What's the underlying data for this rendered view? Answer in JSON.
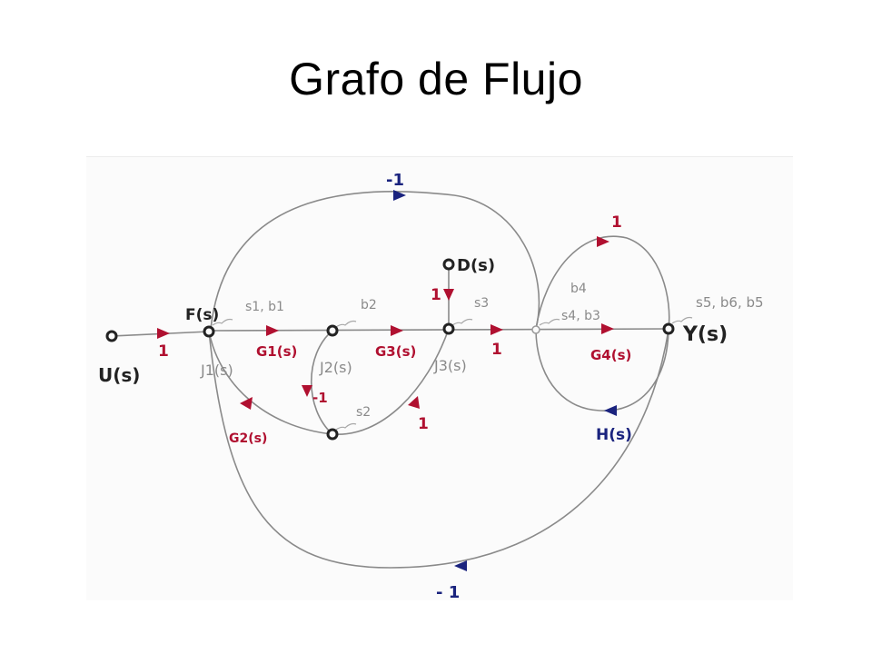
{
  "slide": {
    "title": "Grafo de Flujo"
  },
  "colors": {
    "ink": "#222222",
    "red": "#b01030",
    "blue": "#1a237e",
    "pencil": "#8a8a8a",
    "paper": "#fbfbfb"
  },
  "nodes": {
    "u": "U(s)",
    "f": "F(s)",
    "j1": "J1(s)",
    "j2": "J2(s)",
    "j3": "J3(s)",
    "d": "D(s)",
    "y": "Y(s)"
  },
  "branches": {
    "u_f": "1",
    "g1": "G1(s)",
    "g3": "G3(s)",
    "j3_out": "1",
    "d_in": "1",
    "j2_neg": "-1",
    "g2": "G2(s)",
    "s2_up": "1",
    "g4": "G4(s)",
    "h": "H(s)",
    "top_loop": "1",
    "top_feedback": "-1",
    "bottom_feedback": "- 1"
  },
  "annotations": {
    "f": "s1, b1",
    "j2": "b2",
    "j3": "s3",
    "mid_top": "b4",
    "mid_bot": "s4, b3",
    "s2": "s2",
    "y": "s5, b6, b5"
  }
}
